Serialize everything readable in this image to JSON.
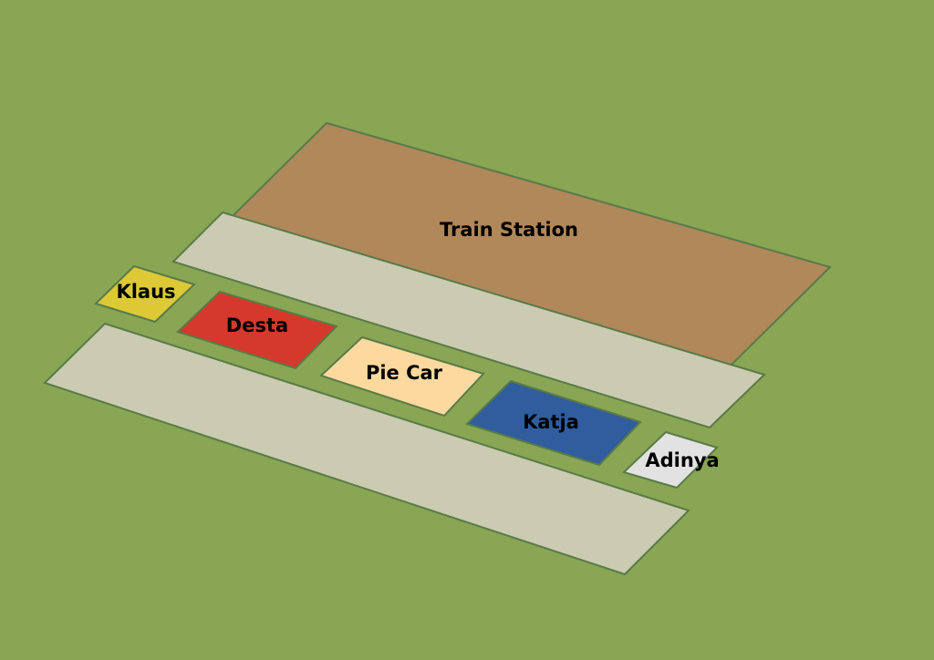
{
  "colors": {
    "ground": "#88a653",
    "outline": "#5a7a48",
    "road": "#cbcbb1",
    "train_station": "#b1885a",
    "klaus": "#dcc935",
    "desta": "#d5392b",
    "pie_car": "#fdd99f",
    "katja": "#2f5d9e",
    "adinya": "#e2e2e2"
  },
  "areas": [
    {
      "id": "train-station",
      "label": "Train Station",
      "color": "#b1885a"
    },
    {
      "id": "road-upper",
      "label": "",
      "color": "#cbcbb1"
    },
    {
      "id": "road-lower",
      "label": "",
      "color": "#cbcbb1"
    },
    {
      "id": "klaus",
      "label": "Klaus",
      "color": "#dcc935"
    },
    {
      "id": "desta",
      "label": "Desta",
      "color": "#d5392b"
    },
    {
      "id": "pie-car",
      "label": "Pie Car",
      "color": "#fdd99f"
    },
    {
      "id": "katja",
      "label": "Katja",
      "color": "#2f5d9e"
    },
    {
      "id": "adinya",
      "label": "Adinya",
      "color": "#e2e2e2"
    }
  ]
}
